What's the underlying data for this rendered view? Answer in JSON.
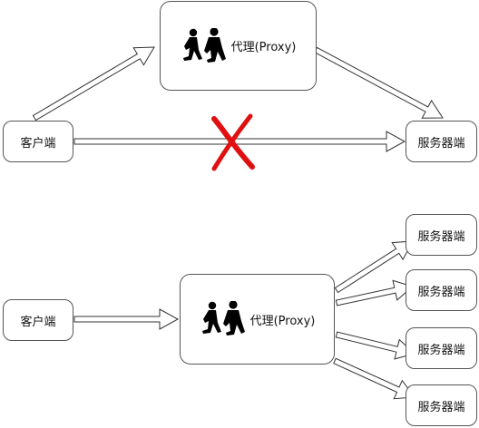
{
  "top": {
    "client_label": "客户端",
    "proxy_label": "代理(Proxy)",
    "server_label": "服务器端",
    "direct_blocked_mark": "x-mark-icon"
  },
  "bottom": {
    "client_label": "客户端",
    "proxy_label": "代理(Proxy)",
    "servers": [
      "服务器端",
      "服务器端",
      "服务器端",
      "服务器端"
    ]
  },
  "colors": {
    "stroke": "#333333",
    "cross": "#e01010"
  },
  "icons": {
    "proxy": "walking-people-icon"
  }
}
